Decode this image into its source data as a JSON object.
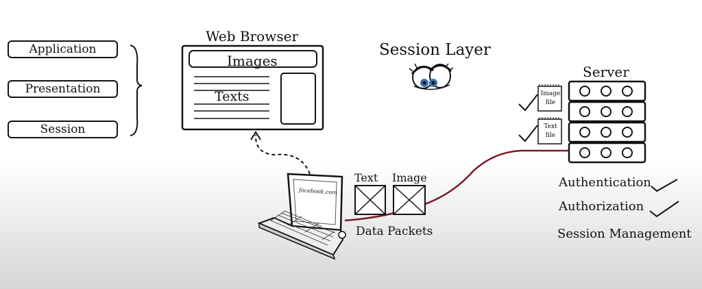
{
  "osi_layers": [
    "Application",
    "Presentation",
    "Session"
  ],
  "browser": {
    "title": "Web Browser",
    "images_label": "Images",
    "texts_label": "Texts"
  },
  "heading": "Session Layer",
  "laptop_screen_text": "facebook.com",
  "packets": {
    "text_label": "Text",
    "image_label": "Image",
    "caption": "Data Packets"
  },
  "server": {
    "title": "Server",
    "image_file_tag": [
      "Image",
      "file"
    ],
    "text_file_tag": [
      "Text",
      "file"
    ]
  },
  "functions": [
    "Authentication",
    "Authorization",
    "Session Management"
  ],
  "colors": {
    "ink": "#111111",
    "cable": "#7a1a2a",
    "eye_iris": "#3a6fb0"
  }
}
